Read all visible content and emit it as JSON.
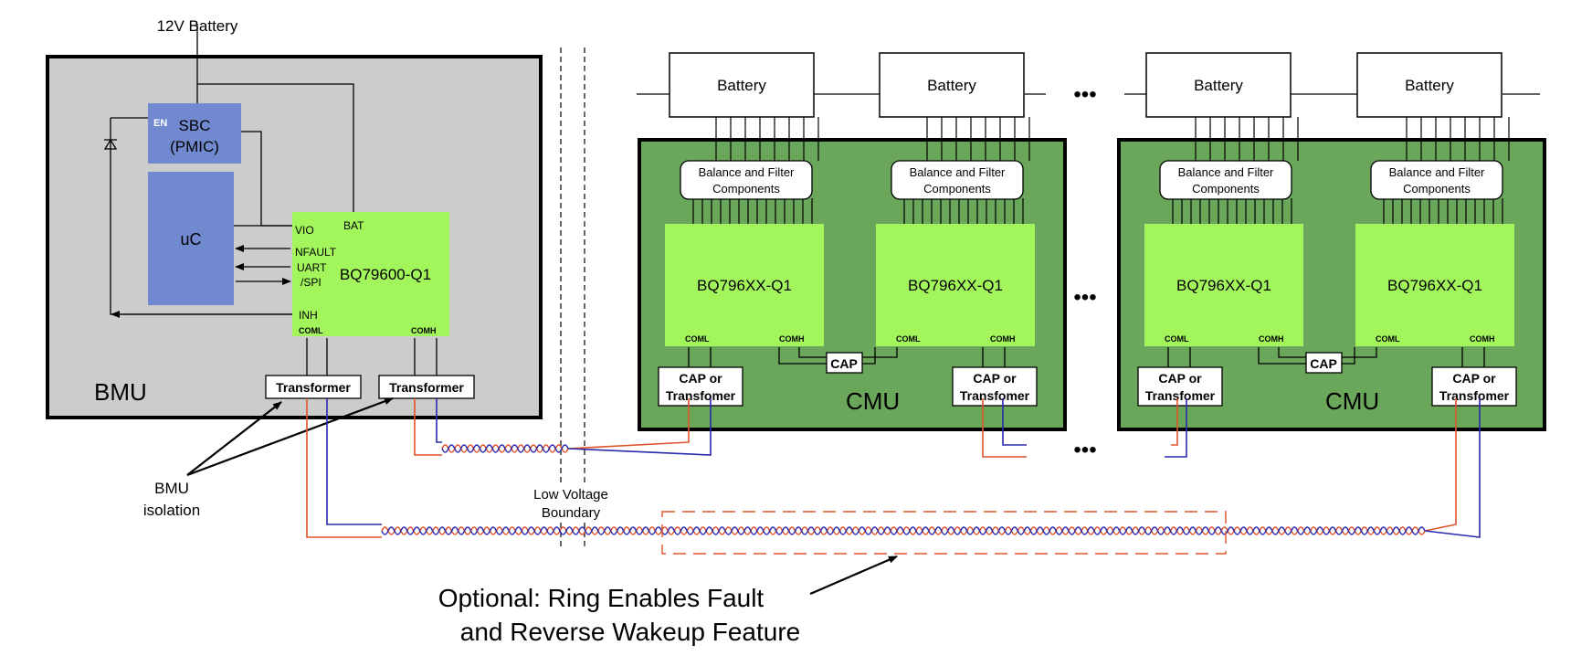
{
  "bmu": {
    "title": "BMU",
    "supply_label": "12V Battery",
    "sbc": {
      "en_label": "EN",
      "line1": "SBC",
      "line2": "(PMIC)"
    },
    "uc_label": "uC",
    "bridge": {
      "name": "BQ79600-Q1",
      "pins": {
        "vio": "VIO",
        "bat": "BAT",
        "nfault": "NFAULT",
        "uart1": "UART",
        "uart2": "/SPI",
        "inh": "INH",
        "coml": "COML",
        "comh": "COMH"
      }
    },
    "transformer_label": "Transformer",
    "isolation_line1": "BMU",
    "isolation_line2": "isolation"
  },
  "boundary": {
    "line1": "Low Voltage",
    "line2": "Boundary"
  },
  "battery_label": "Battery",
  "ellipsis": "•••",
  "cmu": {
    "title": "CMU",
    "balance_line1": "Balance and Filter",
    "balance_line2": "Components",
    "device_name": "BQ796XX-Q1",
    "coml": "COML",
    "comh": "COMH",
    "cap_label": "CAP",
    "cap_or_line1": "CAP or",
    "cap_or_line2": "Transfomer"
  },
  "note": {
    "line1": "Optional: Ring Enables Fault",
    "line2": "and Reverse Wakeup Feature"
  },
  "colors": {
    "bmu_bg": "#cccccc",
    "cmu_bg": "#6aa75b",
    "device_green": "#a2f65c",
    "block_blue": "#7189cf",
    "wire_red": "#e0532b",
    "wire_blue": "#2a2ab0"
  }
}
